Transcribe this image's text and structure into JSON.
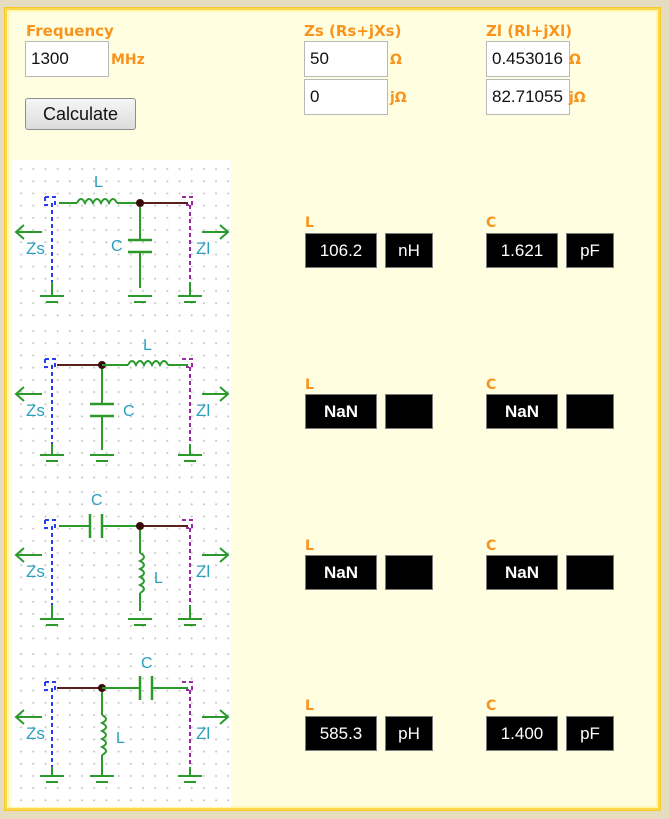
{
  "frequency": {
    "label": "Frequency",
    "value": "1300",
    "unit": "MHz"
  },
  "calculate_label": "Calculate",
  "zs": {
    "label": "Zs (Rs+jXs)",
    "real": "50",
    "imag": "0",
    "real_unit": "Ω",
    "imag_unit": "jΩ"
  },
  "zl": {
    "label": "Zl (Rl+jXl)",
    "real": "0.453016",
    "imag": "82.71055",
    "real_unit": "Ω",
    "imag_unit": "jΩ"
  },
  "schematic_labels": {
    "L": "L",
    "C": "C",
    "zs": "Zs",
    "zl": "Zl"
  },
  "colors": {
    "accent": "#f8941d",
    "wire": "#2b9a2b",
    "zs_port": "#2a3cf0",
    "zl_port": "#9b2aa0",
    "node": "#3a0a0a",
    "label": "#2aa0c0"
  },
  "networks": [
    {
      "topology": "series-L shunt-C",
      "L_label": "L",
      "C_label": "C",
      "L_value": "106.2",
      "L_unit": "nH",
      "C_value": "1.621",
      "C_unit": "pF"
    },
    {
      "topology": "shunt-C series-L",
      "L_label": "L",
      "C_label": "C",
      "L_value": "NaN",
      "L_unit": "",
      "C_value": "NaN",
      "C_unit": ""
    },
    {
      "topology": "series-C shunt-L",
      "L_label": "L",
      "C_label": "C",
      "L_value": "NaN",
      "L_unit": "",
      "C_value": "NaN",
      "C_unit": ""
    },
    {
      "topology": "shunt-L series-C",
      "L_label": "L",
      "C_label": "C",
      "L_value": "585.3",
      "L_unit": "pH",
      "C_value": "1.400",
      "C_unit": "pF"
    }
  ]
}
